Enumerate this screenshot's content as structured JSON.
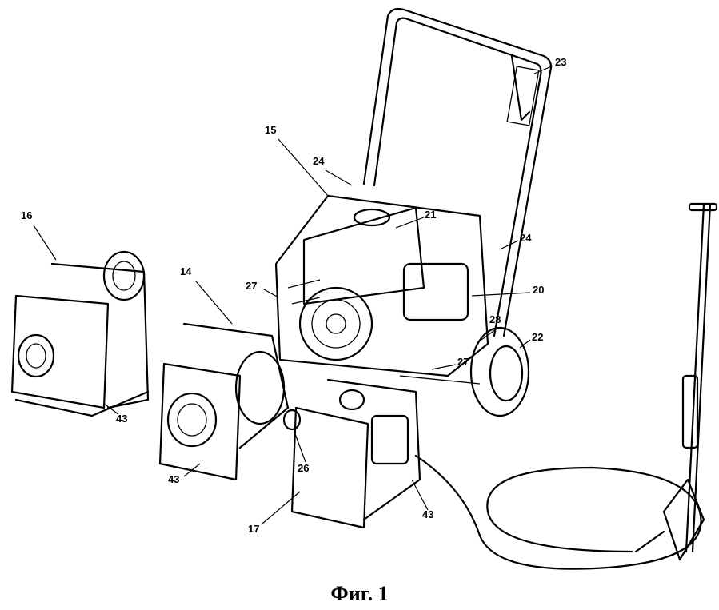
{
  "figure": {
    "caption": "Фиг. 1",
    "reference_numerals": {
      "pump_module": "16",
      "generator_module": "14",
      "frame": "15",
      "handle_knob_left": "24",
      "handle": "23",
      "fuel_tank": "21",
      "handle_knob_right": "24",
      "engine": "20",
      "latch_left": "27",
      "axle": "28",
      "wheel": "22",
      "latch_right": "27",
      "pump_base": "43",
      "generator_base": "43",
      "coupling": "26",
      "pressure_washer_module": "17",
      "washer_base": "43"
    }
  }
}
